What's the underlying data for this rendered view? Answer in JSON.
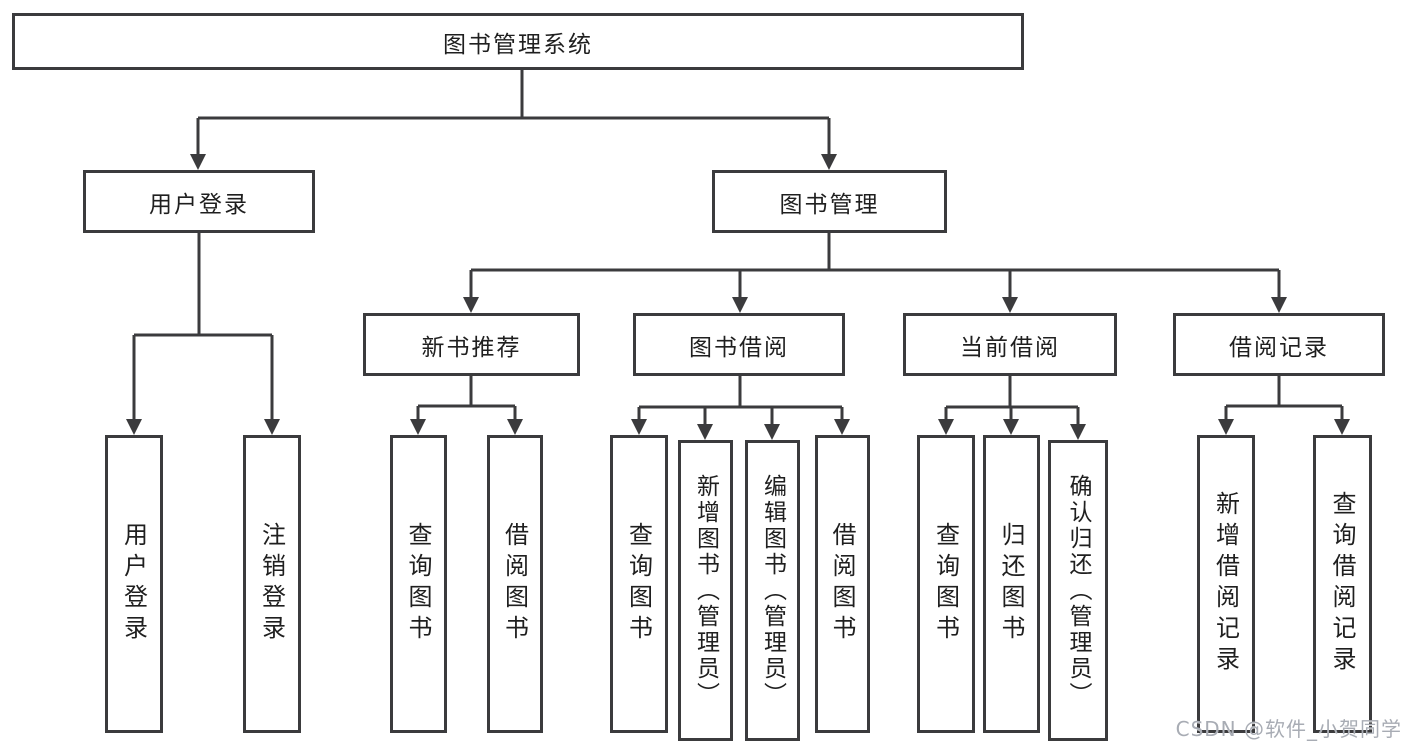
{
  "diagram": {
    "root": {
      "label": "图书管理系统"
    },
    "level2": [
      {
        "label": "用户登录"
      },
      {
        "label": "图书管理"
      }
    ],
    "level3": [
      {
        "label": "新书推荐"
      },
      {
        "label": "图书借阅"
      },
      {
        "label": "当前借阅"
      },
      {
        "label": "借阅记录"
      }
    ],
    "leaves": {
      "login": [
        {
          "label": "用户登录"
        },
        {
          "label": "注销登录"
        }
      ],
      "recommend": [
        {
          "label": "查询图书"
        },
        {
          "label": "借阅图书"
        }
      ],
      "borrow": [
        {
          "label": "查询图书"
        },
        {
          "label": "新增图书（管理员）"
        },
        {
          "label": "编辑图书（管理员）"
        },
        {
          "label": "借阅图书"
        }
      ],
      "current": [
        {
          "label": "查询图书"
        },
        {
          "label": "归还图书"
        },
        {
          "label": "确认归还（管理员）"
        }
      ],
      "records": [
        {
          "label": "新增借阅记录"
        },
        {
          "label": "查询借阅记录"
        }
      ]
    }
  },
  "watermark": {
    "text": "CSDN @软件_小贺同学"
  },
  "colors": {
    "line": "#3b3b3d",
    "text": "#1f1f1f",
    "watermark": "#a8acb4",
    "background": "#ffffff"
  }
}
